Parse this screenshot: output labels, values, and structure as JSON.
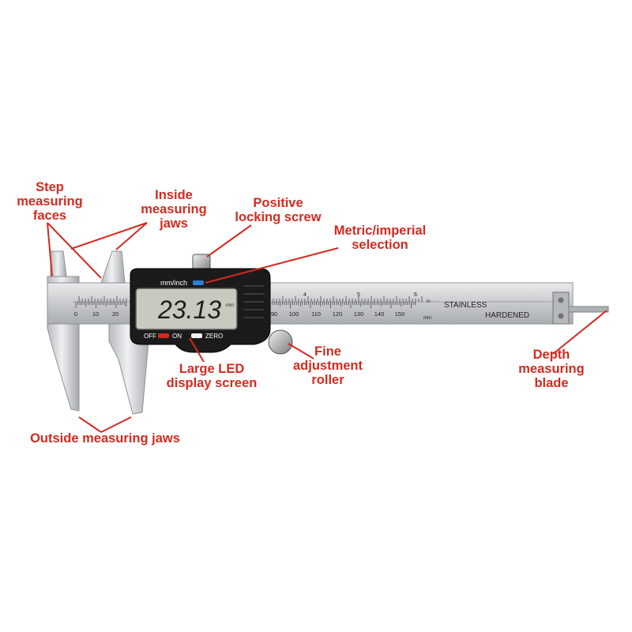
{
  "colors": {
    "label": "#d42a1e",
    "leader": "#d42a1e",
    "steel": "#c9ccce",
    "body": "#1b1b1b",
    "lcd": "#c7cbbf"
  },
  "labels": {
    "step_faces": [
      "Step",
      "measuring",
      "faces"
    ],
    "inside_jaws": [
      "Inside",
      "measuring",
      "jaws"
    ],
    "locking_screw": [
      "Positive",
      "locking screw"
    ],
    "metric_imperial": [
      "Metric/imperial",
      "selection"
    ],
    "fine_roller": [
      "Fine",
      "adjustment",
      "roller"
    ],
    "lcd_screen": [
      "Large LED",
      "display screen"
    ],
    "depth_blade": [
      "Depth",
      "measuring",
      "blade"
    ],
    "outside_jaws": [
      "Outside measuring jaws"
    ]
  },
  "caliper": {
    "display_value": "23.13",
    "unit_suffix": "mm",
    "mode_label": "mm/inch",
    "off_label": "OFF",
    "on_label": "ON",
    "zero_label": "ZERO",
    "stainless": "STAINLESS",
    "hardened": "HARDENED",
    "inch_unit": "in",
    "mm_unit": "mm",
    "mm_ticks_left": [
      "0",
      "10",
      "20"
    ],
    "mm_ticks_right": [
      "90",
      "100",
      "110",
      "120",
      "130",
      "140",
      "150"
    ],
    "inch_ticks": [
      "4",
      "5",
      "6"
    ]
  }
}
